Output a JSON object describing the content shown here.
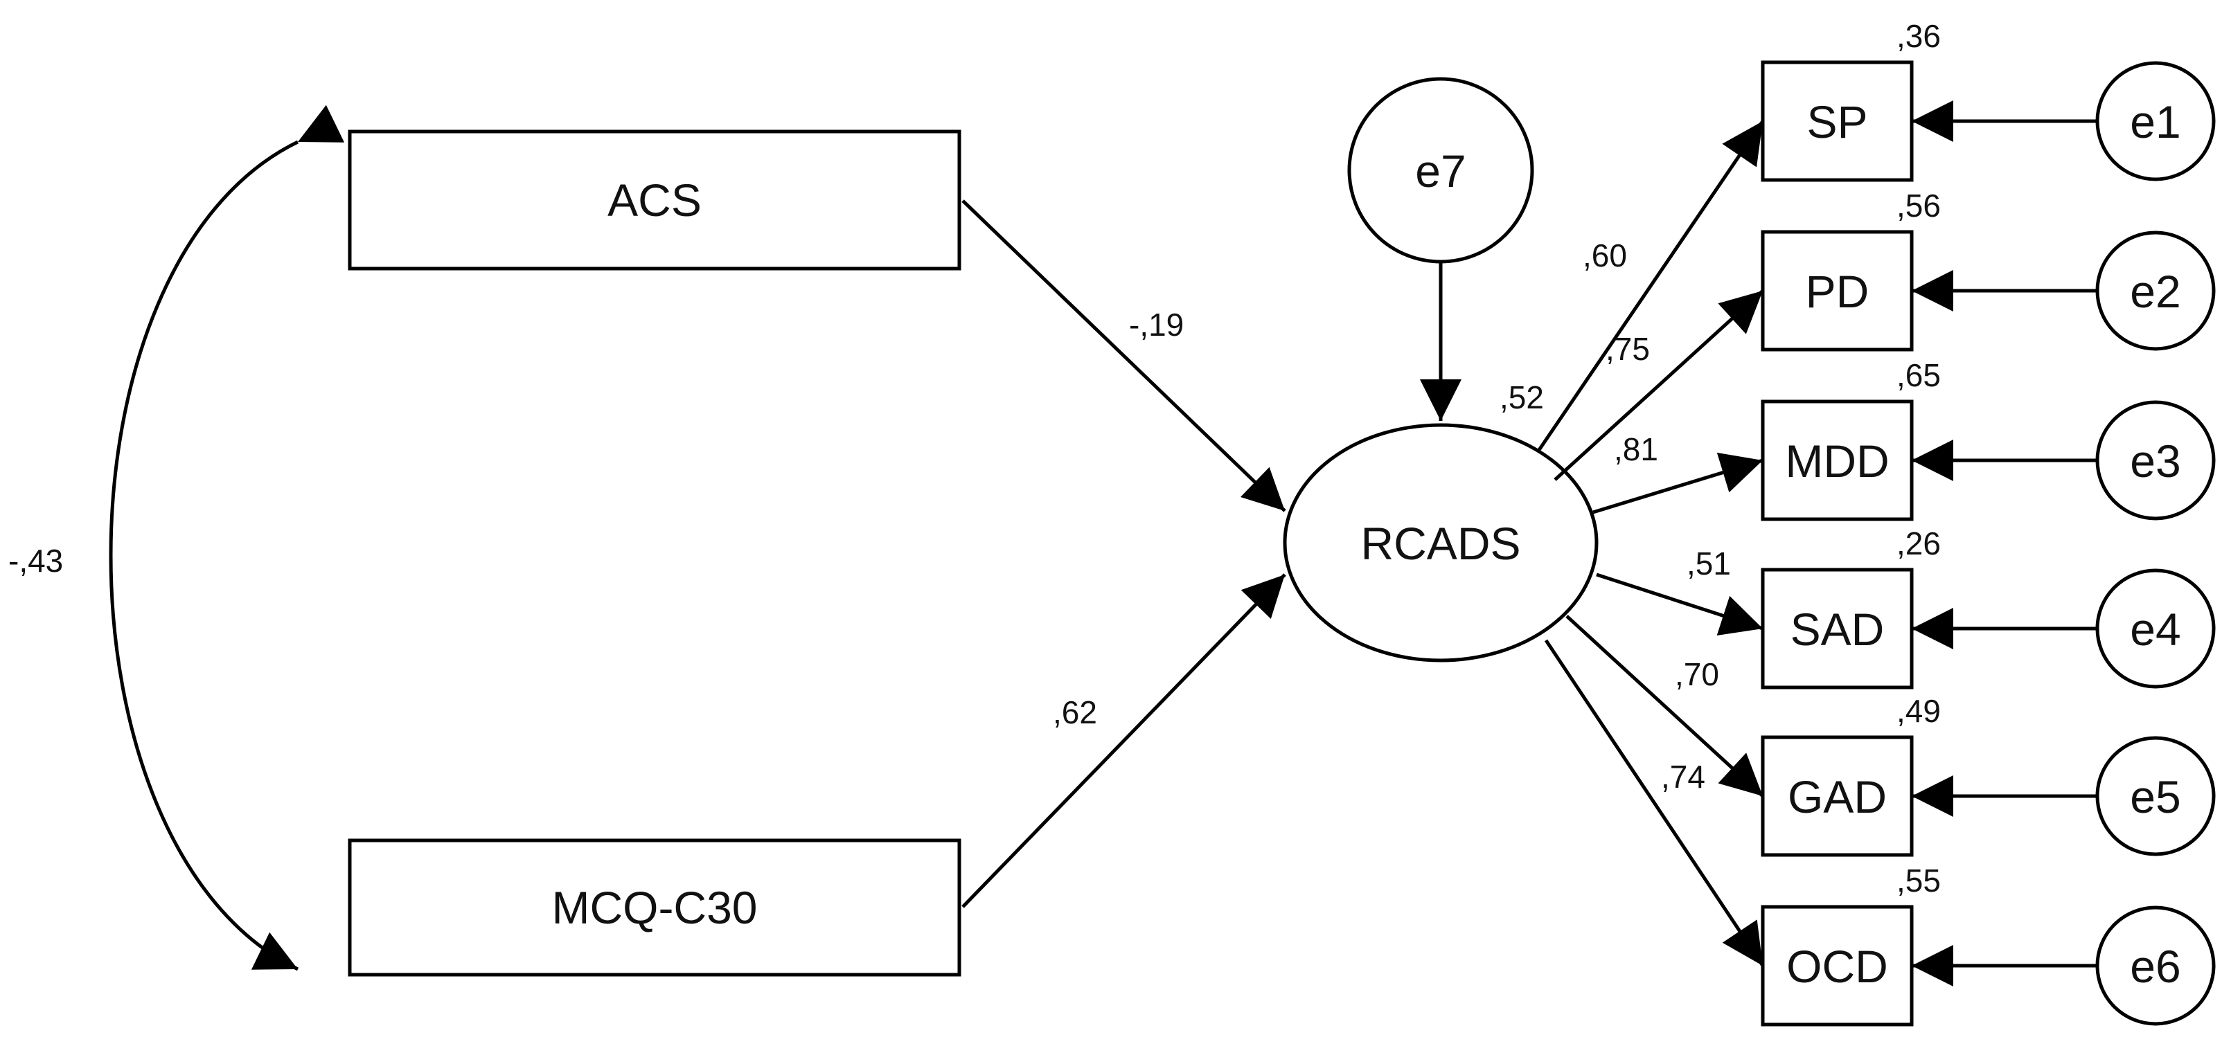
{
  "nodes": {
    "acs": "ACS",
    "mcq": "MCQ-C30",
    "rcads": "RCADS",
    "e7": "e7",
    "indicators": [
      {
        "label": "SP",
        "error": "e1",
        "r2": ",36",
        "loading": ",60"
      },
      {
        "label": "PD",
        "error": "e2",
        "r2": ",56",
        "loading": ",75"
      },
      {
        "label": "MDD",
        "error": "e3",
        "r2": ",65",
        "loading": ",81"
      },
      {
        "label": "SAD",
        "error": "e4",
        "r2": ",26",
        "loading": ",51"
      },
      {
        "label": "GAD",
        "error": "e5",
        "r2": ",49",
        "loading": ",70"
      },
      {
        "label": "OCD",
        "error": "e6",
        "r2": ",55",
        "loading": ",74"
      }
    ]
  },
  "paths": {
    "acs_to_rcads": "-,19",
    "mcq_to_rcads": ",62",
    "acs_mcq_covariance": "-,43",
    "rcads_r2": ",52"
  },
  "colors": {
    "stroke": "#000000",
    "background": "#ffffff",
    "text": "#111111"
  }
}
